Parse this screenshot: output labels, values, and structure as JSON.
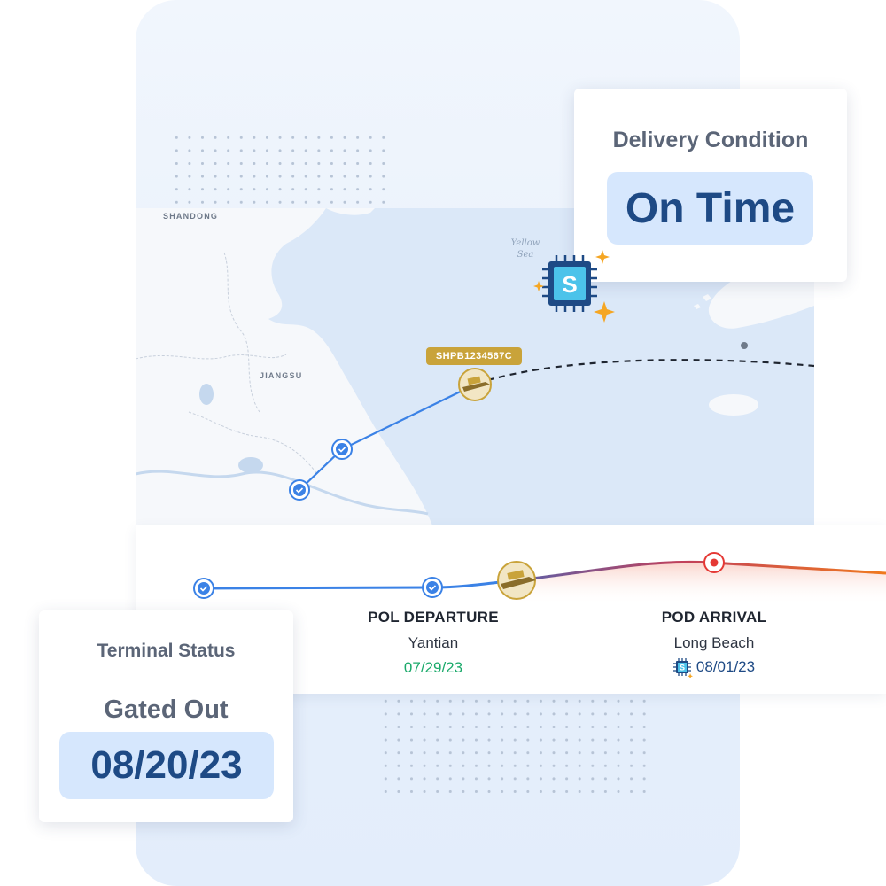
{
  "delivery": {
    "title": "Delivery Condition",
    "status": "On Time"
  },
  "map": {
    "region_labels": [
      "SHANDONG",
      "JIANGSU"
    ],
    "sea_label_line1": "Yellow",
    "sea_label_line2": "Sea",
    "ship_id": "SHPB1234567C"
  },
  "chip_icon": {
    "letter": "S",
    "icon": "chip-icon"
  },
  "timeline": {
    "pol": {
      "label": "POL DEPARTURE",
      "place": "Yantian",
      "date": "07/29/23"
    },
    "pod": {
      "label": "POD ARRIVAL",
      "place": "Long Beach",
      "date": "08/01/23"
    }
  },
  "terminal": {
    "title": "Terminal Status",
    "status": "Gated Out",
    "date": "08/20/23"
  },
  "colors": {
    "accent_blue": "#3b82e6",
    "badge_bg": "#d6e7fd",
    "badge_text": "#1e4a85",
    "green": "#1aa96a",
    "red": "#e53935"
  }
}
